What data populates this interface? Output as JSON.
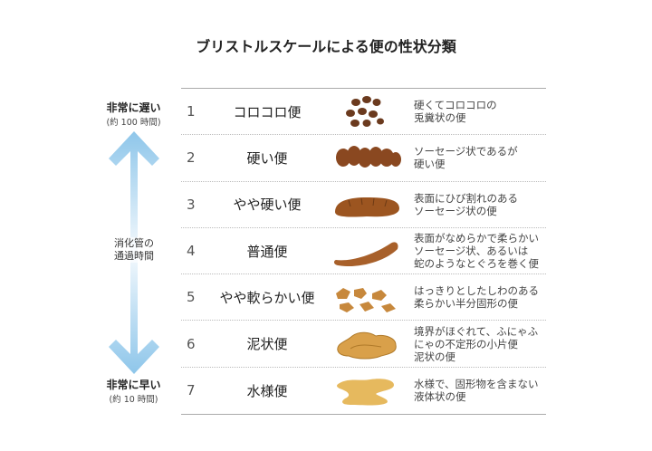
{
  "title": "ブリストルスケールによる便の性状分類",
  "axis": {
    "top_label": "非常に遅い",
    "top_sub": "(約 100 時間)",
    "middle_line1": "消化管の",
    "middle_line2": "通過時間",
    "bottom_label": "非常に早い",
    "bottom_sub": "(約 10 時間)"
  },
  "rows": [
    {
      "num": "1",
      "name": "コロコロ便",
      "desc": [
        "硬くてコロコロの",
        "兎糞状の便"
      ],
      "color": "#6b3a1e"
    },
    {
      "num": "2",
      "name": "硬い便",
      "desc": [
        "ソーセージ状であるが",
        "硬い便"
      ],
      "color": "#8a4820"
    },
    {
      "num": "3",
      "name": "やや硬い便",
      "desc": [
        "表面にひび割れのある",
        "ソーセージ状の便"
      ],
      "color": "#9c5520"
    },
    {
      "num": "4",
      "name": "普通便",
      "desc": [
        "表面がなめらかで柔らかい",
        "ソーセージ状、あるいは",
        "蛇のようなとぐろを巻く便"
      ],
      "color": "#a8602a"
    },
    {
      "num": "5",
      "name": "やや軟らかい便",
      "desc": [
        "はっきりとしたしわのある",
        "柔らかい半分固形の便"
      ],
      "color": "#c7883c"
    },
    {
      "num": "6",
      "name": "泥状便",
      "desc": [
        "境界がほぐれて、ふにゃふ",
        "にゃの不定形の小片便",
        "泥状の便"
      ],
      "color": "#d9a04a"
    },
    {
      "num": "7",
      "name": "水様便",
      "desc": [
        "水様で、固形物を含まない",
        "液体状の便"
      ],
      "color": "#e6b95e"
    }
  ],
  "arrow_color": "#9cccec"
}
